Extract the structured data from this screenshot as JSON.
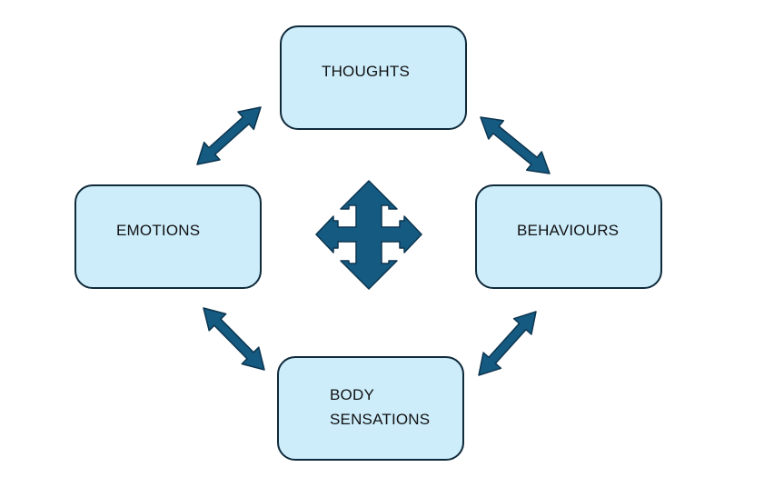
{
  "diagram": {
    "nodes": {
      "thoughts": "THOUGHTS",
      "emotions": "EMOTIONS",
      "behaviours": "BEHAVIOURS",
      "body_sensations": "BODY\nSENSATIONS"
    },
    "colors": {
      "box_fill": "#cdedfb",
      "box_border": "#0f2a3a",
      "arrow_fill": "#155a80",
      "arrow_stroke": "#0c3550"
    },
    "connectors": [
      {
        "from": "thoughts",
        "to": "emotions",
        "type": "double-arrow"
      },
      {
        "from": "thoughts",
        "to": "behaviours",
        "type": "double-arrow"
      },
      {
        "from": "emotions",
        "to": "body_sensations",
        "type": "double-arrow"
      },
      {
        "from": "behaviours",
        "to": "body_sensations",
        "type": "double-arrow"
      }
    ],
    "center_icon": "four-way-arrow-icon"
  }
}
